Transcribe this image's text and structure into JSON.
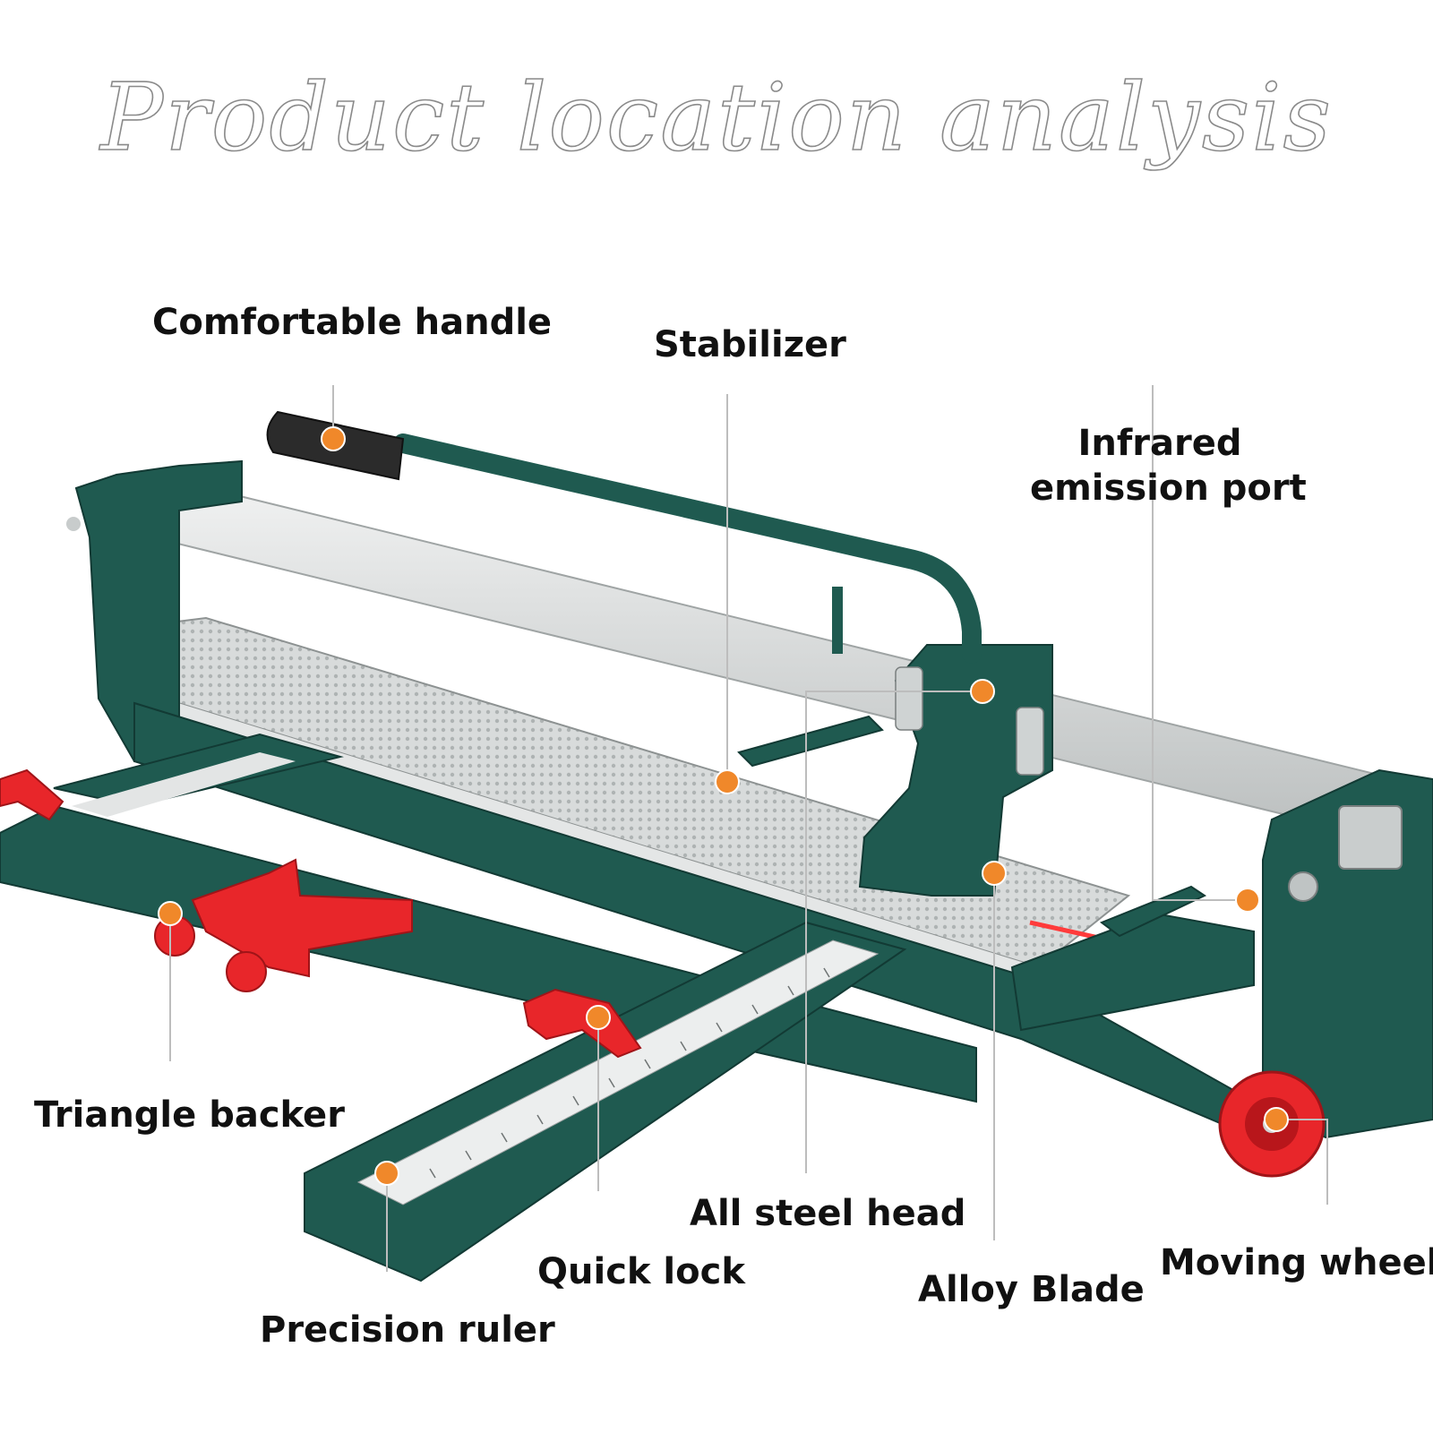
{
  "title": "Product location analysis",
  "colors": {
    "frame": "#1f5a50",
    "frame_dark": "#174740",
    "steel": "#d9dcdc",
    "accent_red": "#e8262a",
    "marker": "#f0882a",
    "leader": "#bdbdbd"
  },
  "labels": {
    "comfortable_handle": "Comfortable handle",
    "stabilizer": "Stabilizer",
    "infrared_line1": "Infrared",
    "infrared_line2": "emission port",
    "triangle_backer": "Triangle backer",
    "all_steel_head": "All steel head",
    "quick_lock": "Quick lock",
    "alloy_blade": "Alloy Blade",
    "moving_wheel": "Moving wheel",
    "precision_ruler": "Precision ruler"
  }
}
